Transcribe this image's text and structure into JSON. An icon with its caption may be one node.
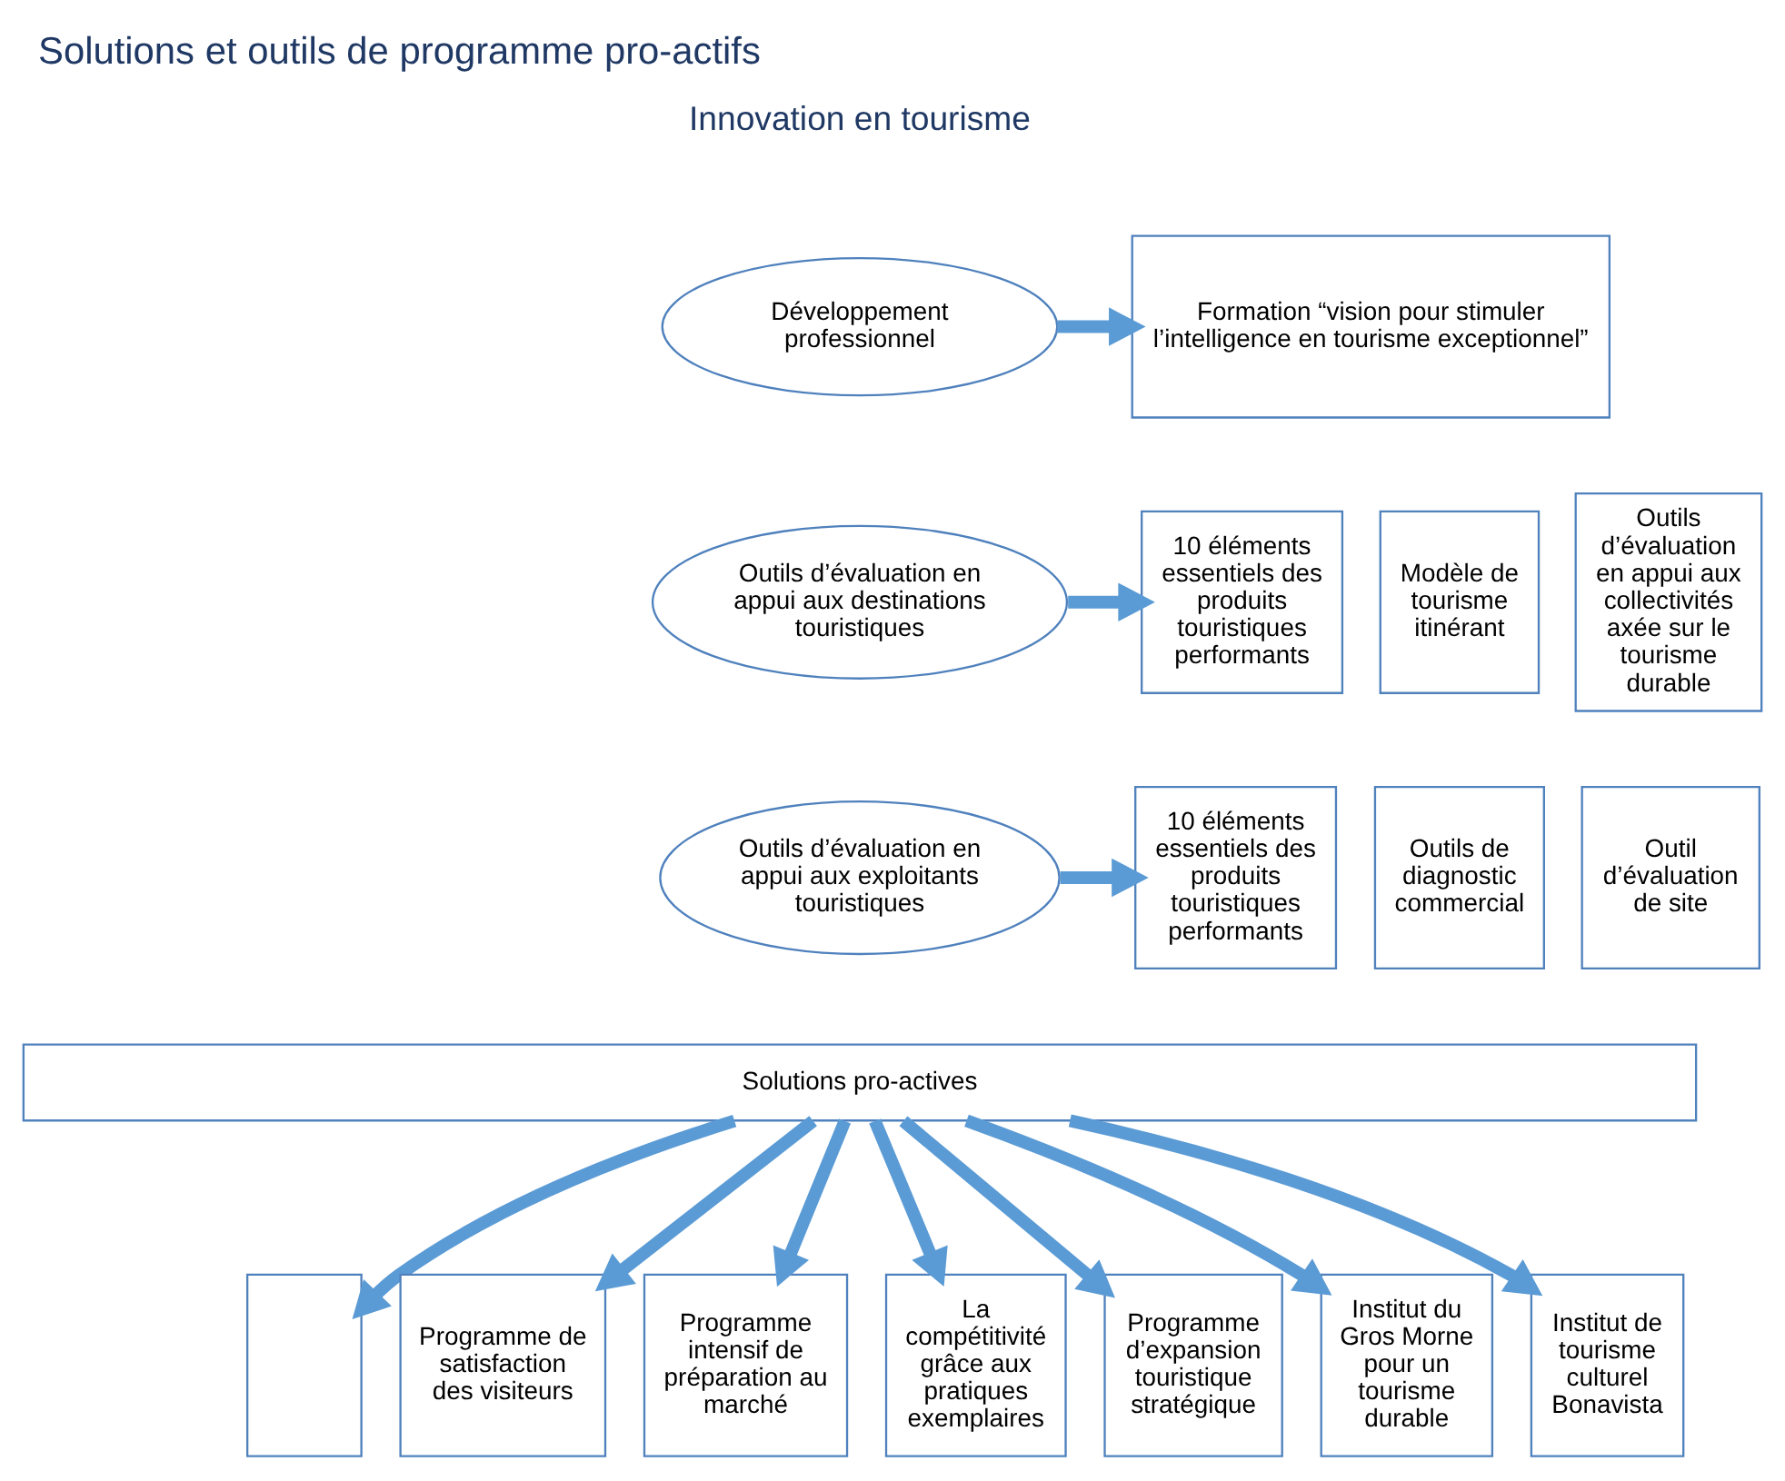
{
  "diagram": {
    "title": "Solutions et outils de programme pro-actifs",
    "nodes": [
      {
        "text": [
          "Développement professionnel"
        ]
      },
      {
        "text": [
          "Formation “vision pour stimuler l’intelligence en tourisme exceptionnel”"
        ]
      },
      {
        "text": [
          "Outils d’évaluation en appui aux destinations touristiques"
        ]
      },
      {
        "text": [
          "10 éléments essentiels des produits touristiques performants"
        ]
      },
      {
        "text": [
          "Modèle de tourisme itinérant"
        ]
      },
      {
        "text": [
          "Outils d’évaluation en appui aux collectivités axée sur le tourisme durable"
        ]
      },
      {
        "text": [
          "Outils d’évaluation en appui aux exploitants touristiques"
        ]
      },
      {
        "text": [
          "10 éléments essentiels des produits touristiques performants"
        ]
      },
      {
        "text": [
          "Outils de diagnostic commercial"
        ]
      },
      {
        "text": [
          "Outil d’évaluation de site"
        ]
      },
      {
        "text": [
          "Solutions pro-actives"
        ]
      },
      {
        "text": [],
        "shape": "box"
      },
      {
        "text": [
          "Programme de satisfaction des visiteurs"
        ]
      },
      {
        "text": [
          "Programme intensif de préparation au marché"
        ]
      },
      {
        "text": [
          "La compétitivité grâce aux pratiques exemplaires"
        ]
      },
      {
        "text": [
          "Programme d’expansion touristique stratégique"
        ]
      },
      {
        "text": [
          "Institut du Gros Morne pour un tourisme durable"
        ]
      },
      {
        "text": [
          "Institut de tourisme culturel Bonavista"
        ]
      }
    ],
    "edges": [
      {
        "from": 0,
        "to": 1,
        "arrow": "to"
      },
      {
        "from": 2,
        "to": 3,
        "arrow": "to"
      },
      {
        "from": 6,
        "to": 7,
        "arrow": "to"
      },
      {
        "from": 10,
        "to": 11,
        "arrow": "to"
      },
      {
        "from": 10,
        "to": 12,
        "arrow": "to"
      },
      {
        "from": 10,
        "to": 13,
        "arrow": "to"
      },
      {
        "from": 10,
        "to": 14,
        "arrow": "to"
      },
      {
        "from": 10,
        "to": 15,
        "arrow": "to"
      },
      {
        "from": 10,
        "to": 16,
        "arrow": "to"
      },
      {
        "from": 10,
        "to": 17,
        "arrow": "to"
      }
    ],
    "labels": [
      "Innovation en tourisme"
    ]
  }
}
